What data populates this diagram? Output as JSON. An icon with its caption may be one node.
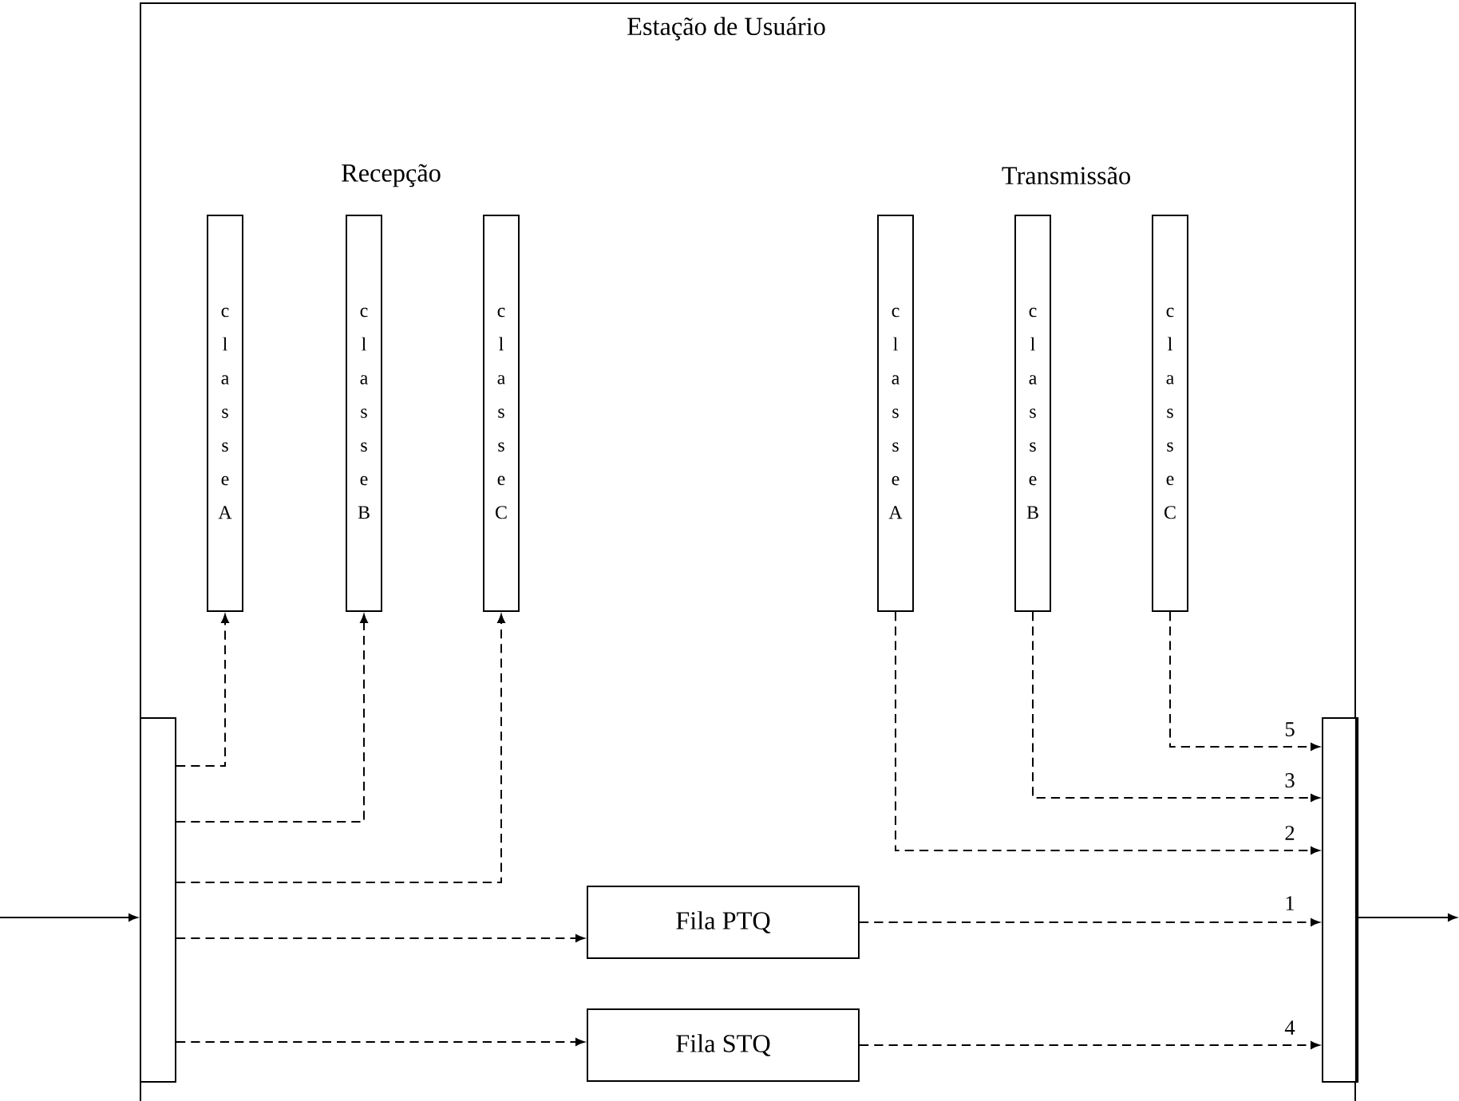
{
  "diagram": {
    "nodes": [
      {
        "text": [
          "Estação de Usuário"
        ]
      },
      {
        "text": [],
        "shape": "bar",
        "in": 0
      },
      {
        "text": [
          "classe A"
        ],
        "in": 0
      },
      {
        "text": [
          "classe B"
        ],
        "in": 0
      },
      {
        "text": [
          "classe C"
        ],
        "in": 0
      },
      {
        "text": [
          "classe A"
        ],
        "in": 0
      },
      {
        "text": [
          "classe B"
        ],
        "in": 0
      },
      {
        "text": [
          "classe C"
        ],
        "in": 0
      },
      {
        "text": [
          "Fila PTQ"
        ],
        "in": 0
      },
      {
        "text": [
          "Fila STQ"
        ],
        "in": 0
      },
      {
        "text": [],
        "shape": "bar",
        "in": 0
      }
    ],
    "edges": [
      {
        "from": null,
        "to": 1,
        "arrow": "to"
      },
      {
        "from": 1,
        "to": 2,
        "arrow": "to",
        "style": "dashed"
      },
      {
        "from": 1,
        "to": 3,
        "arrow": "to",
        "style": "dashed"
      },
      {
        "from": 1,
        "to": 4,
        "arrow": "to",
        "style": "dashed"
      },
      {
        "from": 1,
        "to": 8,
        "arrow": "to",
        "style": "dashed"
      },
      {
        "from": 1,
        "to": 9,
        "arrow": "to",
        "style": "dashed"
      },
      {
        "from": 7,
        "to": 10,
        "arrow": "to",
        "style": "dashed",
        "label": "5"
      },
      {
        "from": 6,
        "to": 10,
        "arrow": "to",
        "style": "dashed",
        "label": "3"
      },
      {
        "from": 5,
        "to": 10,
        "arrow": "to",
        "style": "dashed",
        "label": "2"
      },
      {
        "from": 8,
        "to": 10,
        "arrow": "to",
        "style": "dashed",
        "label": "1"
      },
      {
        "from": 9,
        "to": 10,
        "arrow": "to",
        "style": "dashed",
        "label": "4"
      },
      {
        "from": 10,
        "to": null,
        "arrow": "to"
      }
    ],
    "labels": [
      "Recepção",
      "Transmissão"
    ]
  }
}
